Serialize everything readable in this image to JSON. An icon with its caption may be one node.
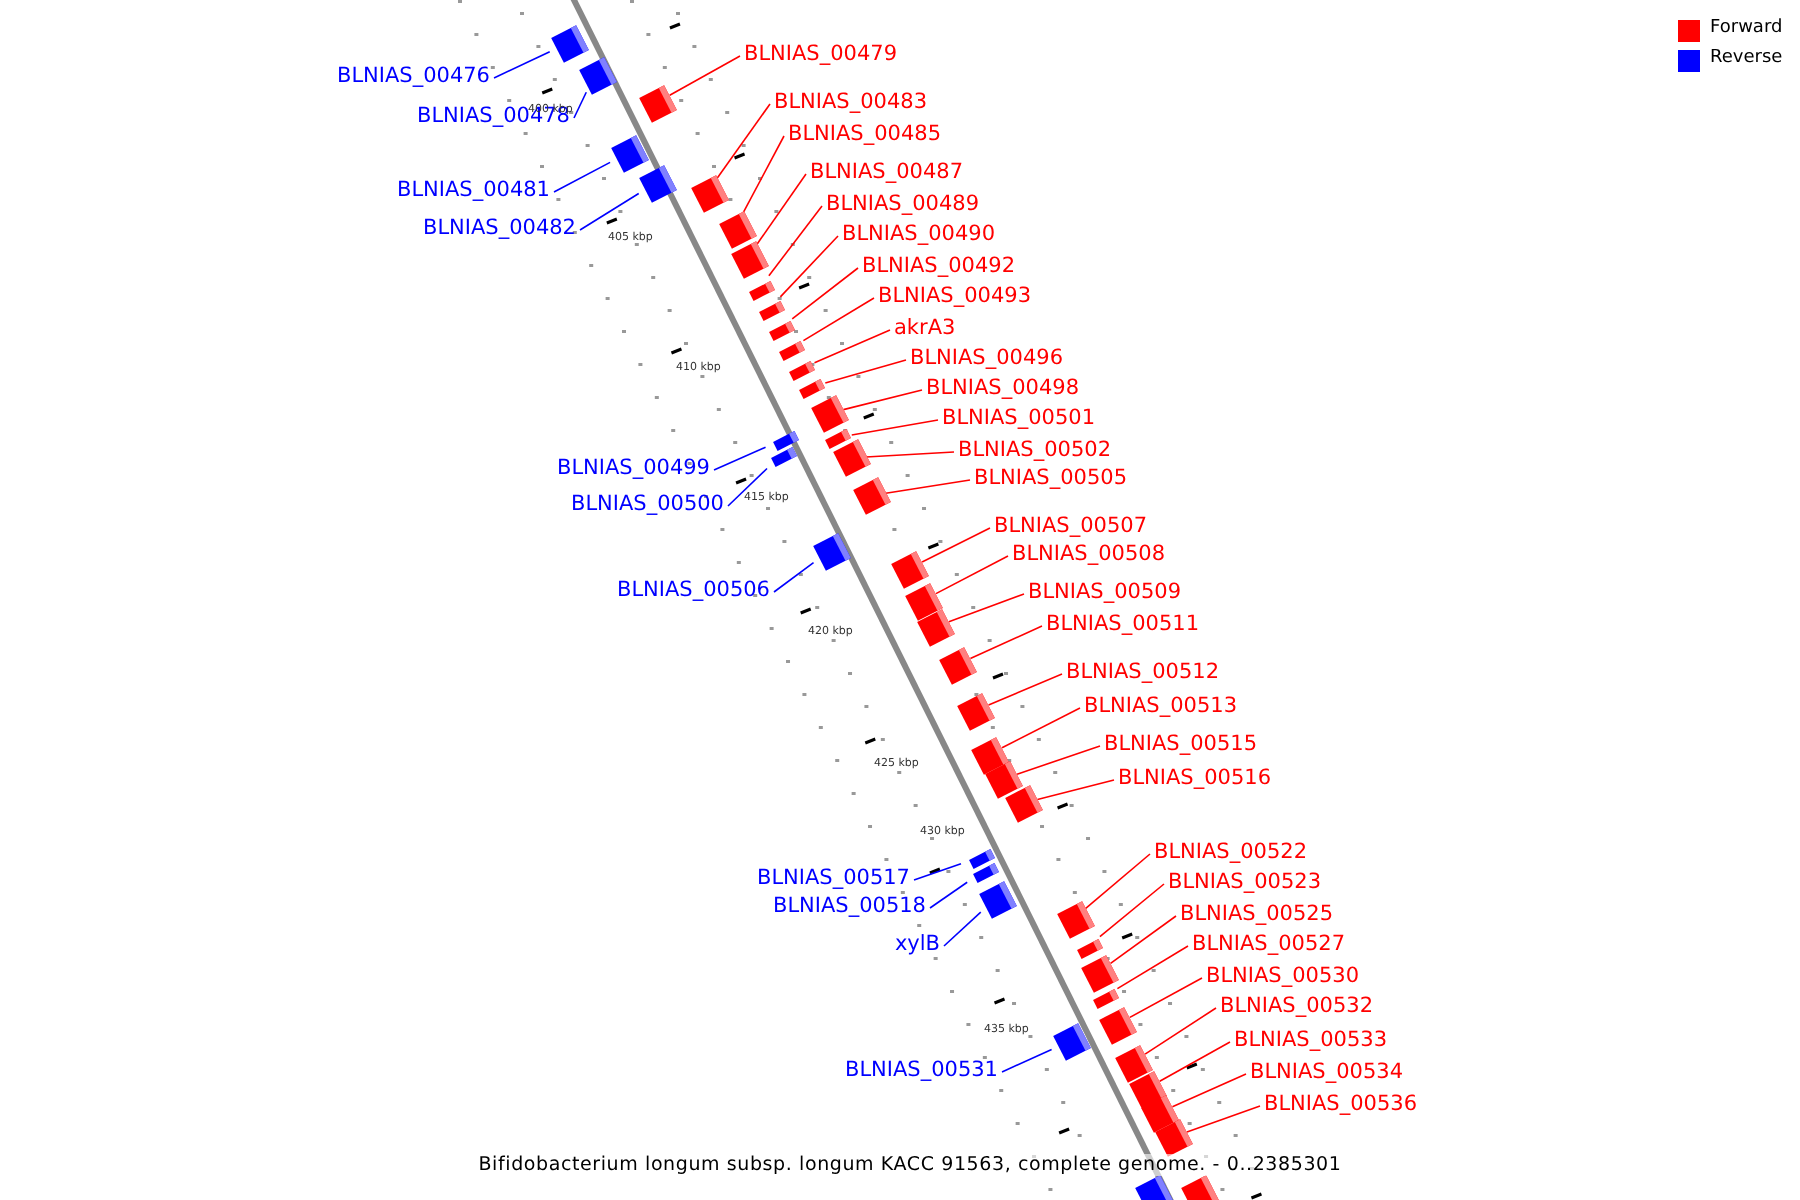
{
  "diagram": {
    "caption": "Bifidobacterium longum subsp. longum KACC 91563, complete genome. - 0..2385301",
    "nodes": [
      {
        "text": [
          "BLNIAS_00479"
        ]
      },
      {
        "text": [],
        "shape": "box"
      },
      {
        "text": [
          "BLNIAS_00476"
        ]
      },
      {
        "text": [],
        "shape": "box"
      },
      {
        "text": [
          "BLNIAS_00483"
        ]
      },
      {
        "text": [],
        "shape": "box"
      },
      {
        "text": [
          "BLNIAS_00478"
        ]
      },
      {
        "text": [],
        "shape": "box"
      },
      {
        "text": [
          "BLNIAS_00485"
        ]
      },
      {
        "text": [],
        "shape": "box"
      },
      {
        "text": [
          "BLNIAS_00487"
        ]
      },
      {
        "text": [],
        "shape": "box"
      },
      {
        "text": [
          "BLNIAS_00481"
        ]
      },
      {
        "text": [],
        "shape": "box"
      },
      {
        "text": [
          "BLNIAS_00489"
        ]
      },
      {
        "text": [],
        "shape": "box"
      },
      {
        "text": [
          "BLNIAS_00482"
        ]
      },
      {
        "text": [],
        "shape": "box"
      },
      {
        "text": [
          "BLNIAS_00490"
        ]
      },
      {
        "text": [],
        "shape": "box"
      },
      {
        "text": [
          "BLNIAS_00492"
        ]
      },
      {
        "text": [],
        "shape": "box"
      },
      {
        "text": [
          "BLNIAS_00493"
        ]
      },
      {
        "text": [],
        "shape": "box"
      },
      {
        "text": [
          "akrA3"
        ]
      },
      {
        "text": [],
        "shape": "box"
      },
      {
        "text": [
          "BLNIAS_00496"
        ]
      },
      {
        "text": [],
        "shape": "box"
      },
      {
        "text": [
          "BLNIAS_00498"
        ]
      },
      {
        "text": [],
        "shape": "box"
      },
      {
        "text": [
          "BLNIAS_00501"
        ]
      },
      {
        "text": [],
        "shape": "box"
      },
      {
        "text": [
          "BLNIAS_00502"
        ]
      },
      {
        "text": [],
        "shape": "box"
      },
      {
        "text": [
          "BLNIAS_00499"
        ]
      },
      {
        "text": [],
        "shape": "box"
      },
      {
        "text": [
          "BLNIAS_00505"
        ]
      },
      {
        "text": [],
        "shape": "box"
      },
      {
        "text": [
          "BLNIAS_00500"
        ]
      },
      {
        "text": [],
        "shape": "box"
      },
      {
        "text": [
          "BLNIAS_00507"
        ]
      },
      {
        "text": [],
        "shape": "box"
      },
      {
        "text": [
          "BLNIAS_00508"
        ]
      },
      {
        "text": [],
        "shape": "box"
      },
      {
        "text": [
          "BLNIAS_00506"
        ]
      },
      {
        "text": [],
        "shape": "box"
      },
      {
        "text": [
          "BLNIAS_00509"
        ]
      },
      {
        "text": [],
        "shape": "box"
      },
      {
        "text": [
          "BLNIAS_00511"
        ]
      },
      {
        "text": [],
        "shape": "box"
      },
      {
        "text": [
          "BLNIAS_00512"
        ]
      },
      {
        "text": [],
        "shape": "box"
      },
      {
        "text": [
          "BLNIAS_00513"
        ]
      },
      {
        "text": [],
        "shape": "box"
      },
      {
        "text": [
          "BLNIAS_00515"
        ]
      },
      {
        "text": [],
        "shape": "box"
      },
      {
        "text": [
          "BLNIAS_00516"
        ]
      },
      {
        "text": [],
        "shape": "box"
      },
      {
        "text": [
          "BLNIAS_00522"
        ]
      },
      {
        "text": [],
        "shape": "box"
      },
      {
        "text": [
          "BLNIAS_00517"
        ]
      },
      {
        "text": [],
        "shape": "box"
      },
      {
        "text": [
          "BLNIAS_00523"
        ]
      },
      {
        "text": [],
        "shape": "box"
      },
      {
        "text": [
          "BLNIAS_00518"
        ]
      },
      {
        "text": [],
        "shape": "box"
      },
      {
        "text": [
          "BLNIAS_00525"
        ]
      },
      {
        "text": [],
        "shape": "box"
      },
      {
        "text": [
          "xylB"
        ]
      },
      {
        "text": [],
        "shape": "box"
      },
      {
        "text": [
          "BLNIAS_00527"
        ]
      },
      {
        "text": [],
        "shape": "box"
      },
      {
        "text": [
          "BLNIAS_00530"
        ]
      },
      {
        "text": [],
        "shape": "box"
      },
      {
        "text": [
          "BLNIAS_00532"
        ]
      },
      {
        "text": [],
        "shape": "box"
      },
      {
        "text": [
          "BLNIAS_00533"
        ]
      },
      {
        "text": [],
        "shape": "box"
      },
      {
        "text": [
          "BLNIAS_00531"
        ]
      },
      {
        "text": [],
        "shape": "box"
      },
      {
        "text": [
          "BLNIAS_00534"
        ]
      },
      {
        "text": [],
        "shape": "box"
      },
      {
        "text": [
          "BLNIAS_00536"
        ]
      },
      {
        "text": [],
        "shape": "box"
      },
      {
        "text": [],
        "shape": "box"
      },
      {
        "text": [],
        "shape": "box"
      }
    ],
    "edges": [
      {
        "from": 0,
        "to": 1,
        "arrow": "none"
      },
      {
        "from": 2,
        "to": 3,
        "arrow": "none",
        "color": "#0000ff"
      },
      {
        "from": 4,
        "to": 5,
        "arrow": "none"
      },
      {
        "from": 6,
        "to": 7,
        "arrow": "none",
        "color": "#0000ff"
      },
      {
        "from": 8,
        "to": 9,
        "arrow": "none"
      },
      {
        "from": 10,
        "to": 11,
        "arrow": "none"
      },
      {
        "from": 12,
        "to": 13,
        "arrow": "none",
        "color": "#0000ff"
      },
      {
        "from": 14,
        "to": 15,
        "arrow": "none"
      },
      {
        "from": 16,
        "to": 17,
        "arrow": "none",
        "color": "#0000ff"
      },
      {
        "from": 18,
        "to": 19,
        "arrow": "none"
      },
      {
        "from": 20,
        "to": 21,
        "arrow": "none"
      },
      {
        "from": 22,
        "to": 23,
        "arrow": "none"
      },
      {
        "from": 24,
        "to": 25,
        "arrow": "none"
      },
      {
        "from": 26,
        "to": 27,
        "arrow": "none"
      },
      {
        "from": 28,
        "to": 29,
        "arrow": "none"
      },
      {
        "from": 30,
        "to": 31,
        "arrow": "none"
      },
      {
        "from": 32,
        "to": 33,
        "arrow": "none"
      },
      {
        "from": 34,
        "to": 35,
        "arrow": "none",
        "color": "#0000ff"
      },
      {
        "from": 36,
        "to": 37,
        "arrow": "none"
      },
      {
        "from": 38,
        "to": 39,
        "arrow": "none",
        "color": "#0000ff"
      },
      {
        "from": 40,
        "to": 41,
        "arrow": "none"
      },
      {
        "from": 42,
        "to": 43,
        "arrow": "none"
      },
      {
        "from": 44,
        "to": 45,
        "arrow": "none",
        "color": "#0000ff"
      },
      {
        "from": 46,
        "to": 47,
        "arrow": "none"
      },
      {
        "from": 48,
        "to": 49,
        "arrow": "none"
      },
      {
        "from": 50,
        "to": 51,
        "arrow": "none"
      },
      {
        "from": 52,
        "to": 53,
        "arrow": "none"
      },
      {
        "from": 54,
        "to": 55,
        "arrow": "none"
      },
      {
        "from": 56,
        "to": 57,
        "arrow": "none"
      },
      {
        "from": 58,
        "to": 59,
        "arrow": "none"
      },
      {
        "from": 60,
        "to": 61,
        "arrow": "none",
        "color": "#0000ff"
      },
      {
        "from": 62,
        "to": 63,
        "arrow": "none"
      },
      {
        "from": 64,
        "to": 65,
        "arrow": "none",
        "color": "#0000ff"
      },
      {
        "from": 66,
        "to": 67,
        "arrow": "none"
      },
      {
        "from": 68,
        "to": 69,
        "arrow": "none",
        "color": "#0000ff"
      },
      {
        "from": 70,
        "to": 71,
        "arrow": "none"
      },
      {
        "from": 72,
        "to": 73,
        "arrow": "none"
      },
      {
        "from": 74,
        "to": 75,
        "arrow": "none"
      },
      {
        "from": 76,
        "to": 77,
        "arrow": "none"
      },
      {
        "from": 78,
        "to": 79,
        "arrow": "none",
        "color": "#0000ff"
      },
      {
        "from": 80,
        "to": 81,
        "arrow": "none"
      },
      {
        "from": 82,
        "to": 83,
        "arrow": "none"
      }
    ],
    "labels": [
      "400 kbp",
      "405 kbp",
      "410 kbp",
      "415 kbp",
      "420 kbp",
      "425 kbp",
      "430 kbp",
      "435 kbp"
    ],
    "legend": [
      {
        "text": "Forward",
        "color": "#ff0000"
      },
      {
        "text": "Reverse",
        "color": "#0000ff"
      }
    ]
  }
}
